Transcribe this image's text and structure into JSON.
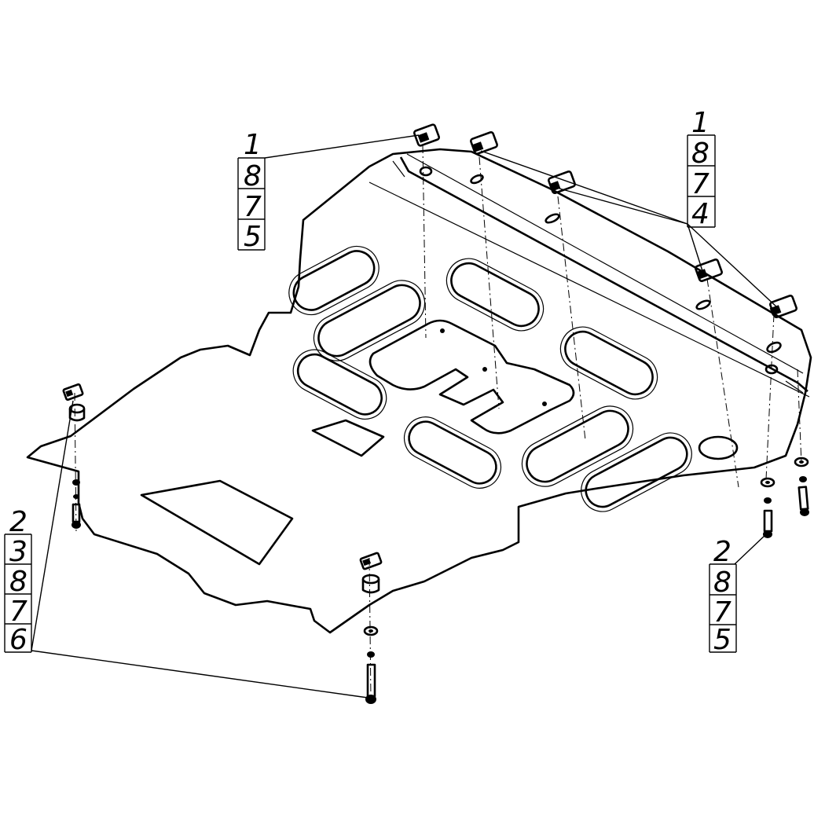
{
  "callouts": {
    "top_left": [
      "1",
      "8",
      "7",
      "5"
    ],
    "top_right": [
      "1",
      "8",
      "7",
      "4"
    ],
    "bottom_left": [
      "2",
      "3",
      "8",
      "7",
      "6"
    ],
    "bottom_right": [
      "2",
      "8",
      "7",
      "5"
    ]
  }
}
